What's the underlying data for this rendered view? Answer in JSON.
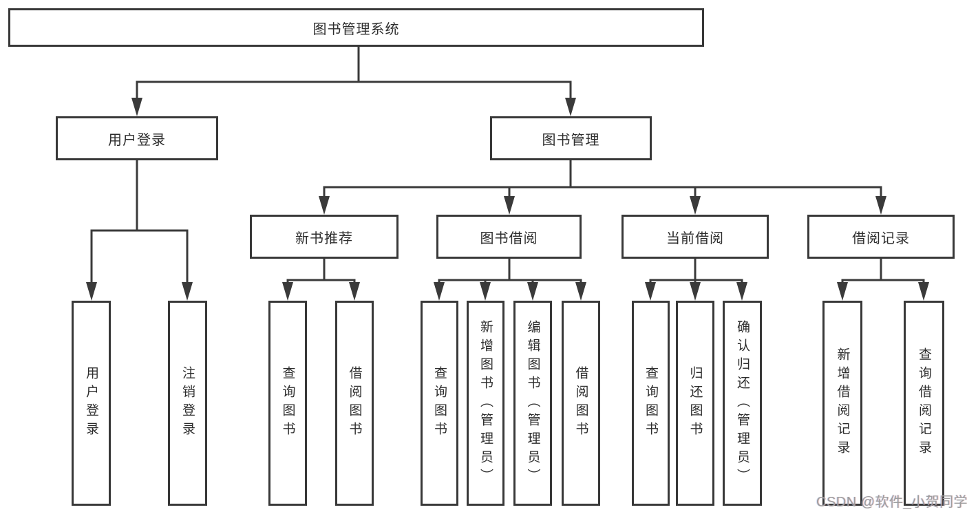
{
  "diagram": {
    "root": "图书管理系统",
    "branches": [
      {
        "label": "用户登录",
        "children": [
          "用户登录",
          "注销登录"
        ]
      },
      {
        "label": "图书管理",
        "children": [
          {
            "label": "新书推荐",
            "children": [
              "查询图书",
              "借阅图书"
            ]
          },
          {
            "label": "图书借阅",
            "children": [
              "查询图书",
              "新增图书（管理员）",
              "编辑图书（管理员）",
              "借阅图书"
            ]
          },
          {
            "label": "当前借阅",
            "children": [
              "查询图书",
              "归还图书",
              "确认归还（管理员）"
            ]
          },
          {
            "label": "借阅记录",
            "children": [
              "新增借阅记录",
              "查询借阅记录"
            ]
          }
        ]
      }
    ]
  },
  "watermark": "CSDN @软件_小贺同学",
  "colors": {
    "line": "#3a3a3a",
    "box_border": "#383838",
    "text": "#2d2d2d",
    "background": "#ffffff",
    "watermark": "#9e9e9e"
  }
}
